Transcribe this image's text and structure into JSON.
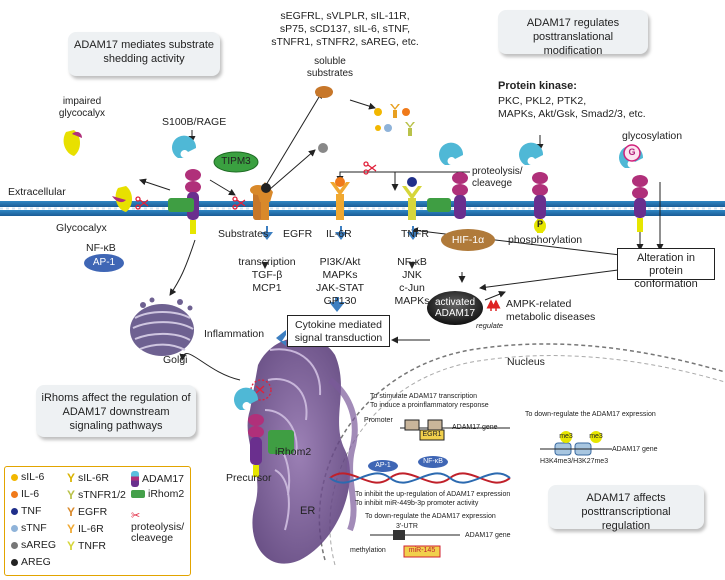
{
  "boxes": {
    "shedding": "ADAM17 mediates substrate shedding activity",
    "ptm": "ADAM17 regulates posttranslational modification",
    "irhoms": "iRhoms affect the regulation of ADAM17 downstream signaling pathways",
    "ptr": "ADAM17 affects posttranscriptional regulation"
  },
  "soluble": {
    "list_lines": [
      "sEGFRL, sVLPLR, sIL-11R,",
      "sP75, sCD137, sIL-6, sTNF,",
      "sTNFR1, sTNFR2, sAREG, etc."
    ],
    "label_lines": [
      "soluble",
      "substrates"
    ]
  },
  "kinase": {
    "title": "Protein kinase:",
    "lines": [
      "PKC, PKL2, PTK2,",
      "MAPKs, Akt/Gsk, Smad2/3, etc."
    ]
  },
  "membrane": {
    "glycocalyx_impaired": [
      "impaired",
      "glycocalyx"
    ],
    "s100b": "S100B/RAGE",
    "timp3": "TIPM3",
    "extracellular": "Extracellular",
    "glycocalyx": "Glycocalyx",
    "substrates": "Substrates",
    "nfkb": "NF-κB",
    "ap1": "AP-1",
    "proteolysis": [
      "proteolysis/",
      "cleavege"
    ],
    "glycosylation": "glycosylation",
    "g_symbol": "G",
    "p_symbol": "P",
    "phosphorylation": "phosphorylation"
  },
  "receptors": {
    "egfr": "EGFR",
    "il6r": "IL-6R",
    "tnfr": "TNFR"
  },
  "pathways": {
    "egfr": [
      "transcription",
      "TGF-β",
      "MCP1"
    ],
    "il6r": [
      "PI3K/Akt",
      "MAPKs",
      "JAK-STAT",
      "GP130"
    ],
    "tnfr": [
      "NF-κB",
      "JNK",
      "c-Jun",
      "MAPKs"
    ]
  },
  "alteration": [
    "Alteration in",
    "protein conformation"
  ],
  "hif": "HIF-1α",
  "activated": [
    "activated",
    "ADAM17"
  ],
  "regulate": "regulate",
  "ampk": [
    "AMPK-related",
    "metabolic diseases"
  ],
  "cytokine": [
    "Cytokine mediated",
    "signal transduction"
  ],
  "inflammation": "Inflammation",
  "golgi": "Golgi",
  "nucleus": "Nucleus",
  "er": "ER",
  "precursor": "Precursor",
  "irhom2": "iRhom2",
  "gene": {
    "stim1": "To stimulate ADAM17 transcription",
    "stim2": "To induce a proinflammatory response",
    "promoter": "Promoter",
    "egr1": "EGR1",
    "gene_label": "ADAM17 gene",
    "down1": "To down-regulate the ADAM17 expression",
    "me3": "me3",
    "h3": "H3K4me3/H3K27me3",
    "ap1": "AP-1",
    "nfkb": "NF-κB",
    "inhibit1": "To inhibit the up-regulation of ADAM17 expression",
    "inhibit2": "To inhibit miR-449b-3p promoter activity",
    "down2": "To down-regulate the ADAM17 expression",
    "utr": "3'-UTR",
    "methylation": "methylation",
    "mir": "miR-145"
  },
  "legend": [
    {
      "label": "sIL-6",
      "color": "#f2b700",
      "icon": "dot-icon"
    },
    {
      "label": "IL-6",
      "color": "#f07a1a",
      "icon": "dot-icon"
    },
    {
      "label": "TNF",
      "color": "#1f2f8a",
      "icon": "dot-icon"
    },
    {
      "label": "sTNF",
      "color": "#8fb3d9",
      "icon": "dot-icon"
    },
    {
      "label": "sAREG",
      "color": "#777777",
      "icon": "dot-icon"
    },
    {
      "label": "AREG",
      "color": "#222222",
      "icon": "dot-icon"
    },
    {
      "label": "sIL-6R",
      "color": "#d9b300",
      "icon": "y-receptor-icon"
    },
    {
      "label": "sTNFR1/2",
      "color": "#b9c24a",
      "icon": "y-receptor-icon"
    },
    {
      "label": "EGFR",
      "color": "#d9892a",
      "icon": "egfr-icon"
    },
    {
      "label": "IL-6R",
      "color": "#f0a830",
      "icon": "y-receptor-icon"
    },
    {
      "label": "TNFR",
      "color": "#d6d63a",
      "icon": "tnfr-icon"
    },
    {
      "label": "ADAM17",
      "color": "#5bc0de",
      "icon": "adam17-icon"
    },
    {
      "label": "iRhom2",
      "color": "#44a04a",
      "icon": "irhom2-icon"
    },
    {
      "label": "proteolysis/ cleavege",
      "color": "#e0203a",
      "icon": "scissors-icon"
    }
  ],
  "colors": {
    "membrane": "#2c7fb8",
    "adam_cyan": "#4fb8d6",
    "adam_magenta": "#b0307a",
    "adam_purple": "#6a2f8e",
    "adam_yellow": "#e6e600",
    "irhom_green": "#3f9e43",
    "scissors_red": "#e0203a",
    "er_purple": "#5e3d86",
    "golgi": "#7e6f9a"
  }
}
